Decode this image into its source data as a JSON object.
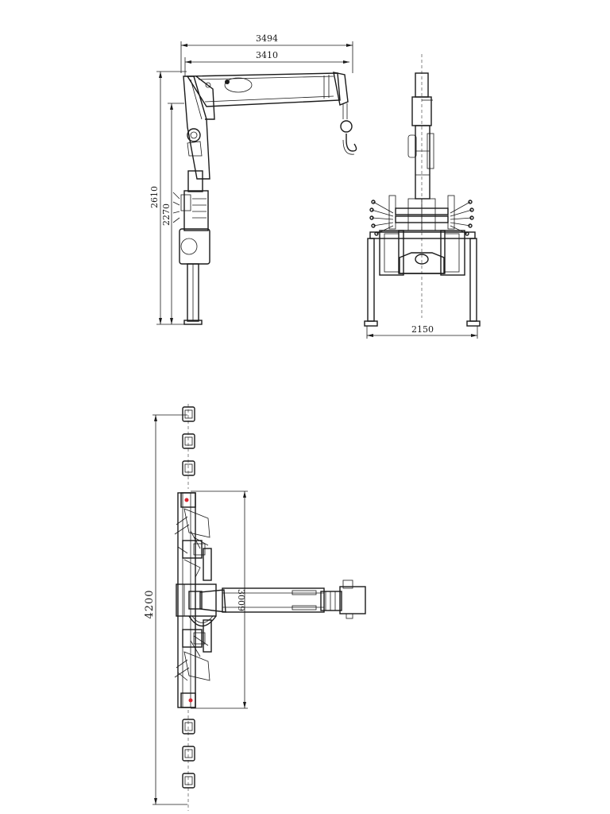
{
  "dimensions": {
    "side_overall_width": "3494",
    "side_boom_width": "3410",
    "side_total_height": "2610",
    "side_column_height": "2270",
    "front_track_width": "2150",
    "top_overall_length": "4200",
    "top_base_length": "3009"
  },
  "colors": {
    "line": "#1a1a1a",
    "marker": "#d9232e",
    "background": "#ffffff"
  }
}
